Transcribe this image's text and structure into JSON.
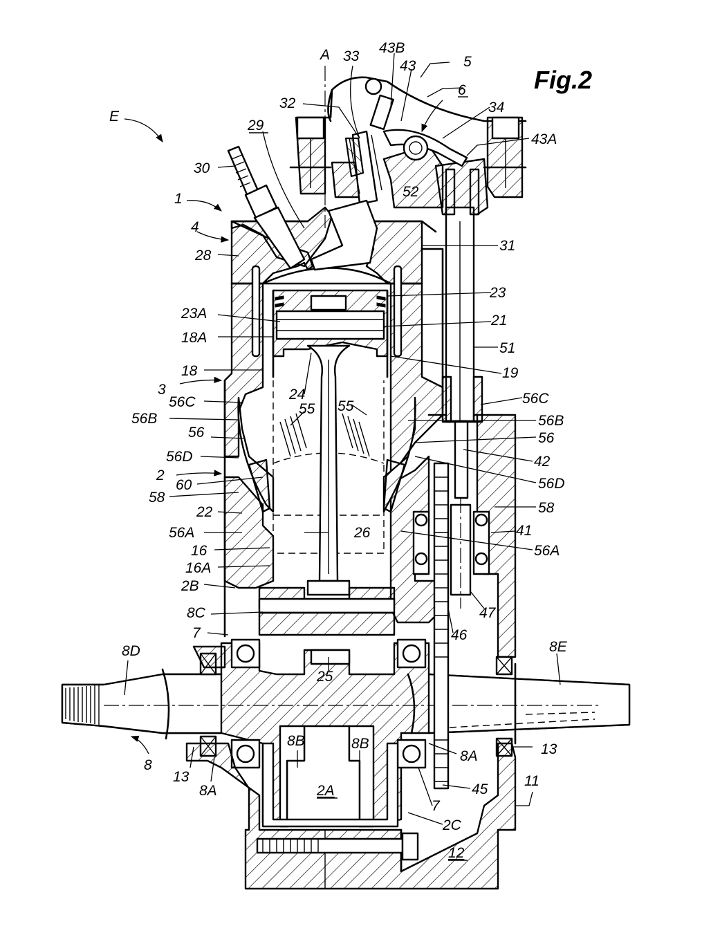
{
  "figure": {
    "title": "Fig.2",
    "labels": {
      "A": "A",
      "E": "E",
      "n1": "1",
      "n2": "2",
      "n3": "3",
      "n4": "4",
      "n5": "5",
      "n6": "6",
      "n7a": "7",
      "n7b": "7",
      "n8": "8",
      "n8A1": "8A",
      "n8A2": "8A",
      "n8B1": "8B",
      "n8B2": "8B",
      "n8C": "8C",
      "n8D": "8D",
      "n8E": "8E",
      "n11": "11",
      "n12": "12",
      "n13a": "13",
      "n13b": "13",
      "n16": "16",
      "n16A": "16A",
      "n18": "18",
      "n18A": "18A",
      "n19": "19",
      "n21": "21",
      "n22": "22",
      "n23": "23",
      "n23A": "23A",
      "n24": "24",
      "n25": "25",
      "n26": "26",
      "n28": "28",
      "n29": "29",
      "n30": "30",
      "n31": "31",
      "n32": "32",
      "n33": "33",
      "n34": "34",
      "n41": "41",
      "n42": "42",
      "n43": "43",
      "n43A": "43A",
      "n43B": "43B",
      "n45": "45",
      "n46": "46",
      "n47": "47",
      "n51": "51",
      "n52": "52",
      "n55a": "55",
      "n55b": "55",
      "n56a": "56",
      "n56b": "56",
      "n56A1": "56A",
      "n56A2": "56A",
      "n56B1": "56B",
      "n56B2": "56B",
      "n56C1": "56C",
      "n56C2": "56C",
      "n56D1": "56D",
      "n56D2": "56D",
      "n58a": "58",
      "n58b": "58",
      "n60": "60",
      "n2A": "2A",
      "n2B": "2B",
      "n2C": "2C"
    }
  }
}
